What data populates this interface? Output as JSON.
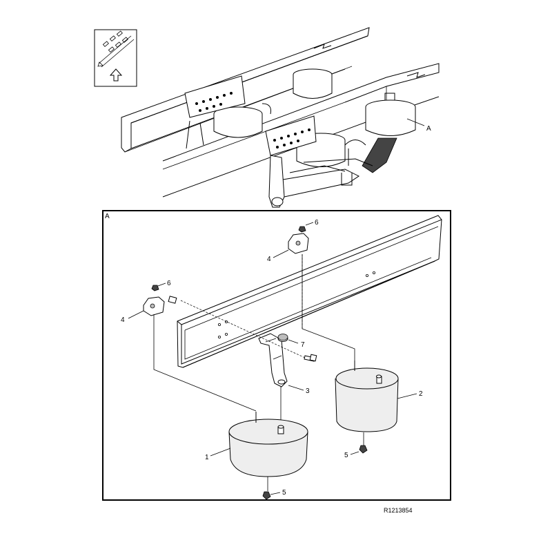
{
  "overview": {
    "callout_letter": "A"
  },
  "detail": {
    "corner_letter": "A",
    "callouts": {
      "c1": "1",
      "c2": "2",
      "c3": "3",
      "c4a": "4",
      "c4b": "4",
      "c5a": "5",
      "c5b": "5",
      "c6a": "6",
      "c6b": "6",
      "c7": "7"
    }
  },
  "figure_ref": "R1213854"
}
